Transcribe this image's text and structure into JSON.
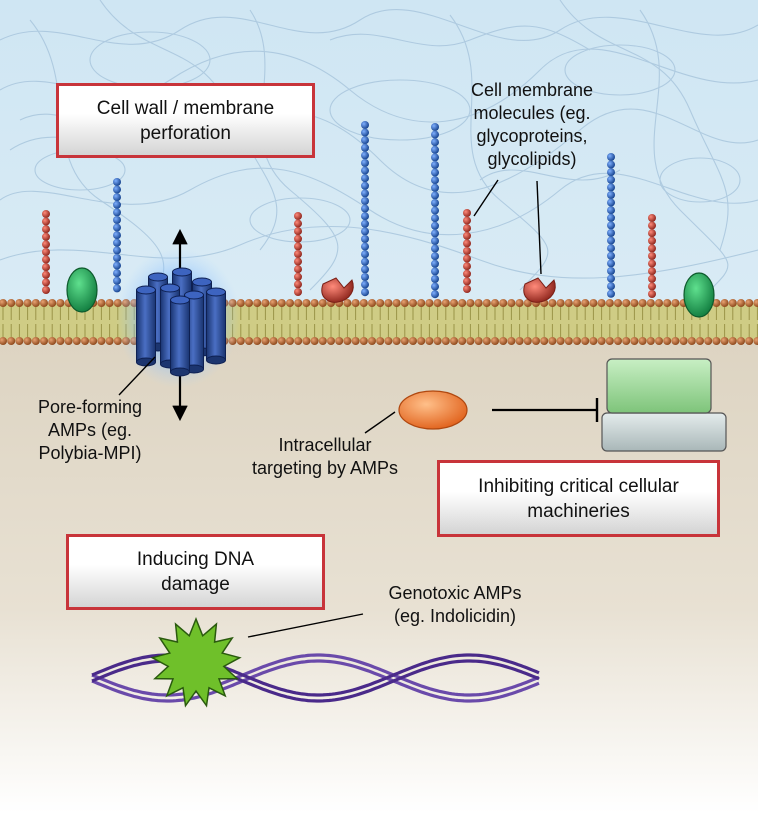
{
  "labels": {
    "perforation_box": "Cell wall / membrane\nperforation",
    "membrane_molecules": "Cell membrane\nmolecules (eg.\nglycoproteins,\nglycolipids)",
    "pore_forming": "Pore-forming\nAMPs (eg.\nPolybia-MPI)",
    "intracellular": "Intracellular\ntargeting by AMPs",
    "inhibiting_box": "Inhibiting critical cellular\nmachineries",
    "dna_box": "Inducing DNA\ndamage",
    "genotoxic": "Genotoxic AMPs\n(eg. Indolicidin)"
  },
  "colors": {
    "sky": "#cfe6f3",
    "cytoplasm": "#ddd4c2",
    "lipid_head": "#b86a35",
    "lipid_tail": "#c4c26e",
    "blue_bead": "#1f5fb8",
    "red_bead": "#b83a30",
    "pore": "#2c4f9a",
    "green_protein": "#1ea85a",
    "orange_amp": "#f07a2a",
    "machinery_top": "#9ed69a",
    "machinery_bottom": "#c9d5d6",
    "star": "#6fc02a",
    "dna": "#5a3a9a",
    "box_border": "#c8343a"
  }
}
